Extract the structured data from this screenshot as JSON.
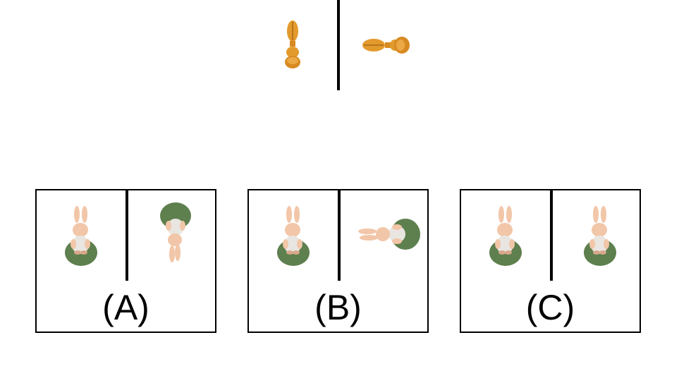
{
  "reference": {
    "object": "orange-peg-figure",
    "left_view": "upright",
    "right_view": "rotated"
  },
  "options": [
    {
      "label": "(A)",
      "left_pose": "upright-bunny",
      "right_pose": "upside-down-bunny"
    },
    {
      "label": "(B)",
      "left_pose": "upright-bunny",
      "right_pose": "sideways-bunny"
    },
    {
      "label": "(C)",
      "left_pose": "upright-bunny",
      "right_pose": "upright-bunny"
    }
  ],
  "colors": {
    "peg": "#E39A2C",
    "peg_dark": "#B8741A",
    "bunny": "#F2C6A8",
    "bunny_shade": "#D9A78A",
    "base": "#5E7F4E",
    "dress": "#E9E6E1"
  }
}
